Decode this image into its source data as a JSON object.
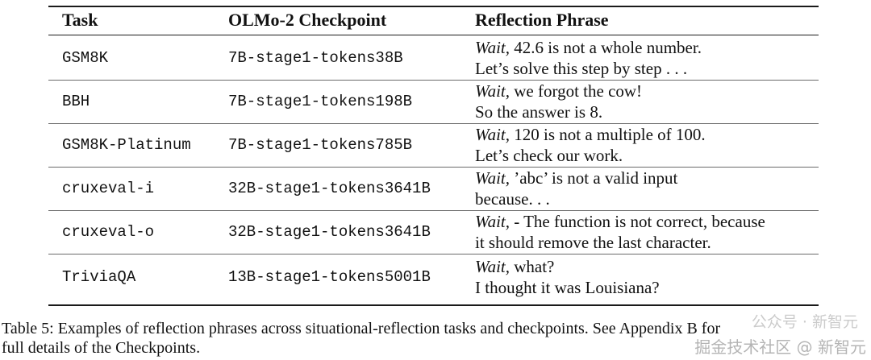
{
  "table": {
    "headers": {
      "task": "Task",
      "checkpoint": "OLMo-2 Checkpoint",
      "phrase": "Reflection Phrase"
    },
    "rows": [
      {
        "task": "GSM8K",
        "checkpoint": "7B-stage1-tokens38B",
        "phrase_wait": "Wait,",
        "phrase_line1_rest": " 42.6 is not a whole number.",
        "phrase_line2": "Let’s solve this step by step . . ."
      },
      {
        "task": "BBH",
        "checkpoint": "7B-stage1-tokens198B",
        "phrase_wait": "Wait,",
        "phrase_line1_rest": " we forgot the cow!",
        "phrase_line2": "So the answer is 8."
      },
      {
        "task": "GSM8K-Platinum",
        "checkpoint": "7B-stage1-tokens785B",
        "phrase_wait": "Wait,",
        "phrase_line1_rest": " 120 is not a multiple of 100.",
        "phrase_line2": "Let’s check our work."
      },
      {
        "task": "cruxeval-i",
        "checkpoint": "32B-stage1-tokens3641B",
        "phrase_wait": "Wait,",
        "phrase_line1_rest": " ’abc’ is not a valid input",
        "phrase_line2": "because. . ."
      },
      {
        "task": "cruxeval-o",
        "checkpoint": "32B-stage1-tokens3641B",
        "phrase_wait": "Wait,",
        "phrase_line1_rest": " - The function is not correct, because",
        "phrase_line2": "it should remove the last character."
      },
      {
        "task": "TriviaQA",
        "checkpoint": "13B-stage1-tokens5001B",
        "phrase_wait": "Wait,",
        "phrase_line1_rest": " what?",
        "phrase_line2": "I thought it was Louisiana?"
      }
    ]
  },
  "caption": {
    "line1": "Table 5: Examples of reflection phrases across situational-reflection tasks and checkpoints. See Appendix B for",
    "line2": "full details of the Checkpoints."
  },
  "watermark": {
    "line1": "公众号 · 新智元",
    "line2": "掘金技术社区 @ 新智元"
  }
}
